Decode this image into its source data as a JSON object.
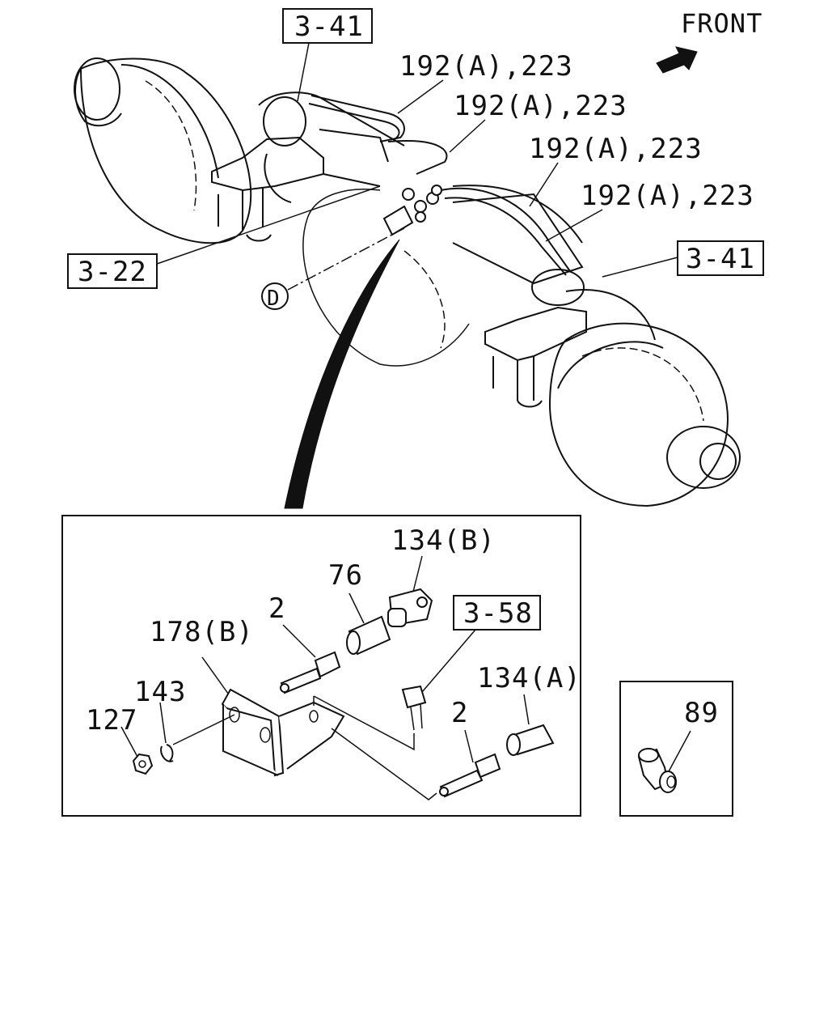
{
  "direction_label": "FRONT",
  "ref_boxes": {
    "top_left": "3-41",
    "right": "3-41",
    "left": "3-22",
    "detail": "3-58"
  },
  "callouts": {
    "pipe_1": "192(A),223",
    "pipe_2": "192(A),223",
    "pipe_3": "192(A),223",
    "pipe_4": "192(A),223"
  },
  "view_marker": "D",
  "detail_parts": {
    "elbow_b": "134(B)",
    "sleeve": "76",
    "connector_upper": "2",
    "bracket": "178(B)",
    "washer": "143",
    "nut": "127",
    "sleeve_a": "134(A)",
    "connector_lower": "2"
  },
  "inset_part": "89"
}
